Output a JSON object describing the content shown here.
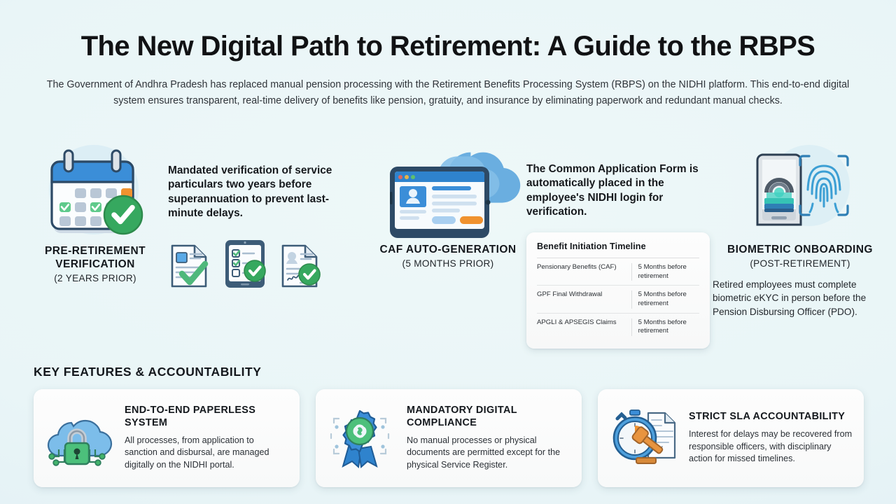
{
  "header": {
    "title": "The New Digital Path to Retirement: A Guide to the RBPS",
    "subtitle": "The Government of Andhra Pradesh has replaced manual pension processing with the Retirement Benefits Processing System (RBPS) on the NIDHI platform. This end-to-end digital system ensures transparent, real-time delivery of benefits like pension, gratuity, and insurance by eliminating paperwork and redundant manual checks."
  },
  "process": {
    "step1": {
      "label": "PRE-RETIREMENT VERIFICATION",
      "sub": "(2 YEARS PRIOR)",
      "icon": "calendar-check-icon"
    },
    "step1_text": "Mandated verification of service particulars two years before superannuation to prevent last-minute delays.",
    "step1_doc_icons": [
      "document-check-icon",
      "tablet-checklist-icon",
      "signed-document-check-icon"
    ],
    "step2": {
      "label": "CAF AUTO-GENERATION",
      "sub": "(5 MONTHS PRIOR)",
      "icon": "cloud-tablet-form-icon"
    },
    "step2_text": "The Common Application Form is automatically placed in the employee's NIDHI login for verification.",
    "step3": {
      "label": "BIOMETRIC ONBOARDING",
      "sub": "(POST-RETIREMENT)",
      "icon": "biometric-scanner-icon"
    },
    "step3_text": "Retired employees must complete biometric eKYC in person before the Pension Disbursing Officer (PDO)."
  },
  "timeline": {
    "title": "Benefit Initiation Timeline",
    "rows": [
      {
        "item": "Pensionary Benefits (CAF)",
        "when": "5 Months before retirement"
      },
      {
        "item": "GPF Final Withdrawal",
        "when": "5 Months before retirement"
      },
      {
        "item": "APGLI & APSEGIS Claims",
        "when": "5 Months before retirement"
      }
    ]
  },
  "features": {
    "heading": "KEY FEATURES & ACCOUNTABILITY",
    "cards": [
      {
        "title": "END-TO-END PAPERLESS SYSTEM",
        "desc": "All processes, from application to sanction and disbursal, are managed digitally on the NIDHI portal.",
        "icon": "cloud-lock-icon"
      },
      {
        "title": "MANDATORY DIGITAL COMPLIANCE",
        "desc": "No manual processes or physical documents are permitted except for the physical Service Register.",
        "icon": "compliance-badge-link-icon"
      },
      {
        "title": "STRICT SLA ACCOUNTABILITY",
        "desc": "Interest for delays may be recovered from responsible officers, with disciplinary action for missed timelines.",
        "icon": "stopwatch-gavel-icon"
      }
    ]
  },
  "colors": {
    "background": "#e9f5f7",
    "blue": "#3b8ed8",
    "dark_blue": "#2d4a66",
    "green": "#43b56b",
    "orange": "#f0922f",
    "teal": "#3fcfc0",
    "text": "#14181d"
  }
}
